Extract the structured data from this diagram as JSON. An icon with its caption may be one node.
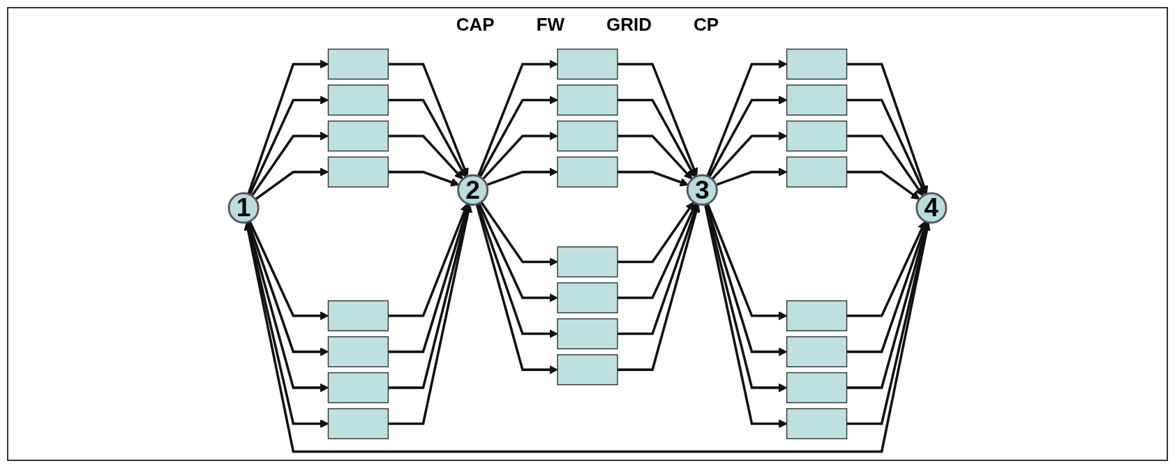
{
  "diagram": {
    "nodes": [
      {
        "text": [
          "1"
        ]
      },
      {
        "text": [],
        "shape": "bar"
      },
      {
        "text": [],
        "shape": "bar"
      },
      {
        "text": [],
        "shape": "bar"
      },
      {
        "text": [],
        "shape": "bar"
      },
      {
        "text": [],
        "shape": "bar"
      },
      {
        "text": [],
        "shape": "bar"
      },
      {
        "text": [],
        "shape": "bar"
      },
      {
        "text": [],
        "shape": "bar"
      },
      {
        "text": [
          "2"
        ]
      },
      {
        "text": [],
        "shape": "bar"
      },
      {
        "text": [],
        "shape": "bar"
      },
      {
        "text": [],
        "shape": "bar"
      },
      {
        "text": [],
        "shape": "bar"
      },
      {
        "text": [],
        "shape": "bar"
      },
      {
        "text": [],
        "shape": "bar"
      },
      {
        "text": [],
        "shape": "bar"
      },
      {
        "text": [],
        "shape": "bar"
      },
      {
        "text": [
          "3"
        ]
      },
      {
        "text": [],
        "shape": "bar"
      },
      {
        "text": [],
        "shape": "bar"
      },
      {
        "text": [],
        "shape": "bar"
      },
      {
        "text": [],
        "shape": "bar"
      },
      {
        "text": [],
        "shape": "bar"
      },
      {
        "text": [],
        "shape": "bar"
      },
      {
        "text": [],
        "shape": "bar"
      },
      {
        "text": [],
        "shape": "bar"
      },
      {
        "text": [
          "4"
        ]
      }
    ],
    "edges": [
      {
        "from": 0,
        "to": 1,
        "arrow": "to"
      },
      {
        "from": 0,
        "to": 2,
        "arrow": "to"
      },
      {
        "from": 0,
        "to": 3,
        "arrow": "to"
      },
      {
        "from": 0,
        "to": 4,
        "arrow": "to"
      },
      {
        "from": 0,
        "to": 5,
        "arrow": "to"
      },
      {
        "from": 0,
        "to": 6,
        "arrow": "to"
      },
      {
        "from": 0,
        "to": 7,
        "arrow": "to"
      },
      {
        "from": 0,
        "to": 8,
        "arrow": "to"
      },
      {
        "from": 1,
        "to": 9,
        "arrow": "to"
      },
      {
        "from": 2,
        "to": 9,
        "arrow": "to"
      },
      {
        "from": 3,
        "to": 9,
        "arrow": "to"
      },
      {
        "from": 4,
        "to": 9,
        "arrow": "to"
      },
      {
        "from": 5,
        "to": 9,
        "arrow": "to"
      },
      {
        "from": 6,
        "to": 9,
        "arrow": "to"
      },
      {
        "from": 7,
        "to": 9,
        "arrow": "to"
      },
      {
        "from": 8,
        "to": 9,
        "arrow": "to"
      },
      {
        "from": 9,
        "to": 10,
        "arrow": "to"
      },
      {
        "from": 9,
        "to": 11,
        "arrow": "to"
      },
      {
        "from": 9,
        "to": 12,
        "arrow": "to"
      },
      {
        "from": 9,
        "to": 13,
        "arrow": "to"
      },
      {
        "from": 9,
        "to": 14,
        "arrow": "to"
      },
      {
        "from": 9,
        "to": 15,
        "arrow": "to"
      },
      {
        "from": 9,
        "to": 16,
        "arrow": "to"
      },
      {
        "from": 9,
        "to": 17,
        "arrow": "to"
      },
      {
        "from": 10,
        "to": 18,
        "arrow": "to"
      },
      {
        "from": 11,
        "to": 18,
        "arrow": "to"
      },
      {
        "from": 12,
        "to": 18,
        "arrow": "to"
      },
      {
        "from": 13,
        "to": 18,
        "arrow": "to"
      },
      {
        "from": 14,
        "to": 18,
        "arrow": "to"
      },
      {
        "from": 15,
        "to": 18,
        "arrow": "to"
      },
      {
        "from": 16,
        "to": 18,
        "arrow": "to"
      },
      {
        "from": 17,
        "to": 18,
        "arrow": "to"
      },
      {
        "from": 18,
        "to": 19,
        "arrow": "to"
      },
      {
        "from": 18,
        "to": 20,
        "arrow": "to"
      },
      {
        "from": 18,
        "to": 21,
        "arrow": "to"
      },
      {
        "from": 18,
        "to": 22,
        "arrow": "to"
      },
      {
        "from": 18,
        "to": 23,
        "arrow": "to"
      },
      {
        "from": 18,
        "to": 24,
        "arrow": "to"
      },
      {
        "from": 18,
        "to": 25,
        "arrow": "to"
      },
      {
        "from": 18,
        "to": 26,
        "arrow": "to"
      },
      {
        "from": 19,
        "to": 27,
        "arrow": "to"
      },
      {
        "from": 20,
        "to": 27,
        "arrow": "to"
      },
      {
        "from": 21,
        "to": 27,
        "arrow": "to"
      },
      {
        "from": 22,
        "to": 27,
        "arrow": "to"
      },
      {
        "from": 23,
        "to": 27,
        "arrow": "to"
      },
      {
        "from": 24,
        "to": 27,
        "arrow": "to"
      },
      {
        "from": 25,
        "to": 27,
        "arrow": "to"
      },
      {
        "from": 26,
        "to": 27,
        "arrow": "to"
      },
      {
        "from": 27,
        "to": 0,
        "arrow": "to"
      }
    ],
    "labels": [
      "CAP",
      "FW",
      "GRID",
      "CP"
    ]
  }
}
